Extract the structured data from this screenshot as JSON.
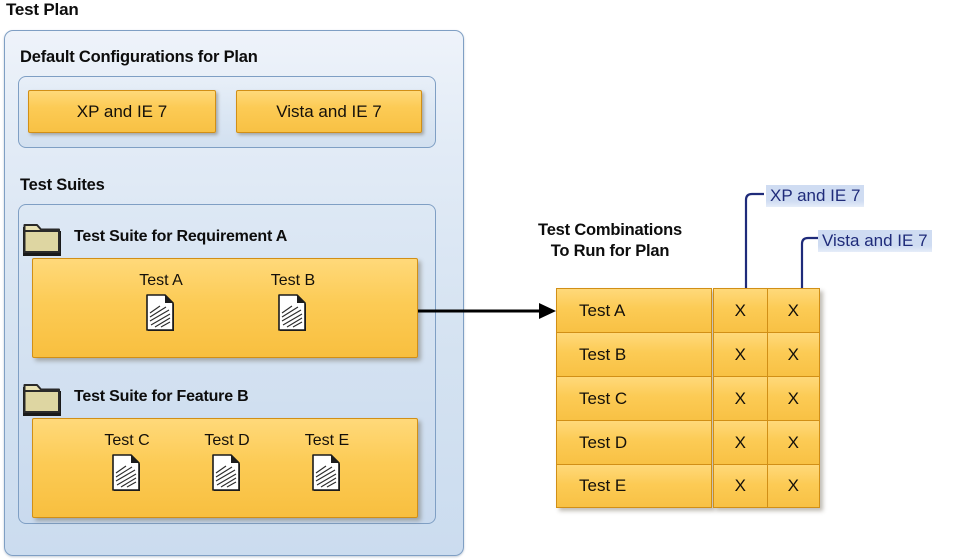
{
  "diagram": {
    "title": "Test Plan",
    "plan": {
      "default_configurations": {
        "heading": "Default Configurations for Plan",
        "configs": [
          {
            "label": "XP and IE 7"
          },
          {
            "label": "Vista and IE 7"
          }
        ]
      },
      "test_suites": {
        "heading": "Test Suites",
        "suites": [
          {
            "title": "Test Suite for Requirement A",
            "icon": "folder-icon",
            "tests": [
              {
                "label": "Test A",
                "icon": "document-icon"
              },
              {
                "label": "Test B",
                "icon": "document-icon"
              }
            ]
          },
          {
            "title": "Test Suite for Feature B",
            "icon": "folder-icon",
            "tests": [
              {
                "label": "Test C",
                "icon": "document-icon"
              },
              {
                "label": "Test D",
                "icon": "document-icon"
              },
              {
                "label": "Test E",
                "icon": "document-icon"
              }
            ]
          }
        ]
      }
    },
    "flow_arrow": {
      "icon": "right-arrow-icon"
    },
    "combinations": {
      "title_line1": "Test Combinations",
      "title_line2": "To Run for Plan",
      "column_callouts": [
        {
          "label": "XP and IE 7"
        },
        {
          "label": "Vista and IE 7"
        }
      ],
      "rows": [
        {
          "test": "Test A",
          "marks": [
            "X",
            "X"
          ]
        },
        {
          "test": "Test B",
          "marks": [
            "X",
            "X"
          ]
        },
        {
          "test": "Test C",
          "marks": [
            "X",
            "X"
          ]
        },
        {
          "test": "Test D",
          "marks": [
            "X",
            "X"
          ]
        },
        {
          "test": "Test E",
          "marks": [
            "X",
            "X"
          ]
        }
      ]
    },
    "colors": {
      "panel_border": "#7f9fc4",
      "panel_fill": "#d8e5f3",
      "chip_fill": "#fccb55",
      "chip_border": "#d18f16",
      "callout_text": "#1f2b7a",
      "callout_highlight": "#cfdcf2",
      "arrow": "#000000",
      "folder_fill": "#e8e0b0"
    }
  }
}
